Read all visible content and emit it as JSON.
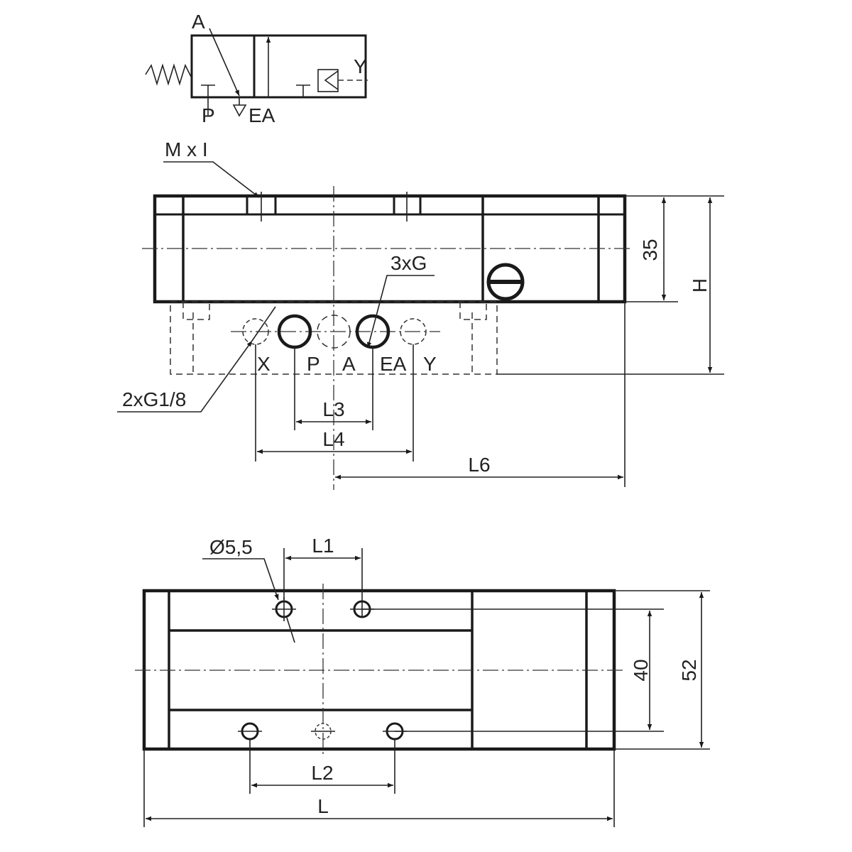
{
  "symbol": {
    "port_a": "A",
    "port_p": "P",
    "port_ea": "EA",
    "port_y": "Y"
  },
  "side_view": {
    "thread_label": "M x I",
    "ports_label": "3xG",
    "pilot_ports_label": "2xG1/8",
    "port_labels": [
      "X",
      "P",
      "A",
      "EA",
      "Y"
    ],
    "dims": {
      "height_body": "35",
      "height_total": "H",
      "l3": "L3",
      "l4": "L4",
      "l6": "L6"
    }
  },
  "top_view": {
    "hole_label": "Ø5,5",
    "dims": {
      "l1": "L1",
      "l2": "L2",
      "l": "L",
      "width_holes": "40",
      "width_total": "52"
    }
  }
}
